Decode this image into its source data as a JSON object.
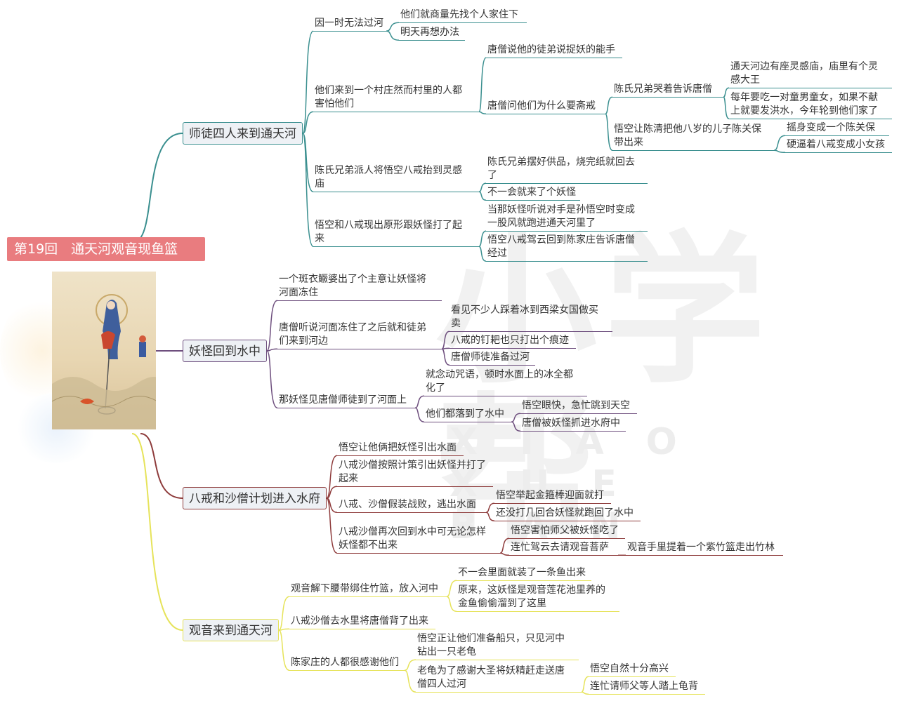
{
  "watermark": {
    "logo": "小学帮",
    "pinyin": "XIAO XUE BAN"
  },
  "root": {
    "title": "第19回　通天河观音现鱼篮"
  },
  "colors": {
    "root": "#e97c7f",
    "b1": "#3a8f8f",
    "b2": "#6e4f7e",
    "b3": "#8e3b3b",
    "b4": "#e6e35a"
  },
  "b1": {
    "label": "师徒四人来到通天河",
    "n1": "因一时无法过河",
    "n1a": "他们就商量先找个人家住下",
    "n1b": "明天再想办法",
    "n2": "他们来到一个村庄然而村里的人都\n害怕他们",
    "n2a": "唐僧说他的徒弟说捉妖的能手",
    "n2b": "唐僧问他们为什么要斋戒",
    "n2b1": "陈氏兄弟哭着告诉唐僧",
    "n2b1a": "通天河边有座灵感庙，庙里有个灵\n感大王",
    "n2b1b": "每年要吃一对童男童女，如果不献\n上就要发洪水，今年轮到他们家了",
    "n2b2": "悟空让陈清把他八岁的儿子陈关保\n带出来",
    "n2b2a": "摇身变成一个陈关保",
    "n2b2b": "硬逼着八戒变成小女孩",
    "n3": "陈氏兄弟派人将悟空八戒抬到灵感\n庙",
    "n3a": "陈氏兄弟摆好供品，烧完纸就回去\n了",
    "n3b": "不一会就来了个妖怪",
    "n4": "悟空和八戒现出原形跟妖怪打了起\n来",
    "n4a": "当那妖怪听说对手是孙悟空时变成\n一股风就跑进通天河里了",
    "n4b": "悟空八戒驾云回到陈家庄告诉唐僧\n经过"
  },
  "b2": {
    "label": "妖怪回到水中",
    "n1": "一个斑衣鳜婆出了个主意让妖怪将\n河面冻住",
    "n2": "唐僧听说河面冻住了之后就和徒弟\n们来到河边",
    "n2a": "看见不少人踩着冰到西梁女国做买\n卖",
    "n2b": "八戒的钉耙也只打出个痕迹",
    "n2c": "唐僧师徒准备过河",
    "n3": "那妖怪见唐僧师徒到了河面上",
    "n3a": "就念动咒语，顿时水面上的冰全都\n化了",
    "n3b": "他们都落到了水中",
    "n3b1": "悟空眼快，急忙跳到天空",
    "n3b2": "唐僧被妖怪抓进水府中"
  },
  "b3": {
    "label": "八戒和沙僧计划进入水府",
    "n1": "悟空让他俩把妖怪引出水面",
    "n2": "八戒沙僧按照计策引出妖怪并打了\n起来",
    "n3": "八戒、沙僧假装战败，逃出水面",
    "n3a": "悟空举起金箍棒迎面就打",
    "n3b": "还没打几回合妖怪就跑回了水中",
    "n4": "八戒沙僧再次回到水中可无论怎样\n妖怪都不出来",
    "n4a": "悟空害怕师父被妖怪吃了",
    "n4b": "连忙驾云去请观音菩萨",
    "n4b1": "观音手里提着一个紫竹篮走出竹林"
  },
  "b4": {
    "label": "观音来到通天河",
    "n1": "观音解下腰带绑住竹篮，放入河中",
    "n1a": "不一会里面就装了一条鱼出来",
    "n1b": "原来，这妖怪是观音莲花池里养的\n金鱼偷偷溜到了这里",
    "n2": "八戒沙僧去水里将唐僧背了出来",
    "n3": "陈家庄的人都很感谢他们",
    "n3a": "悟空正让他们准备船只，只见河中\n钻出一只老龟",
    "n3b": "老龟为了感谢大圣将妖精赶走送唐\n僧四人过河",
    "n3b1": "悟空自然十分高兴",
    "n3b2": "连忙请师父等人踏上龟背"
  }
}
